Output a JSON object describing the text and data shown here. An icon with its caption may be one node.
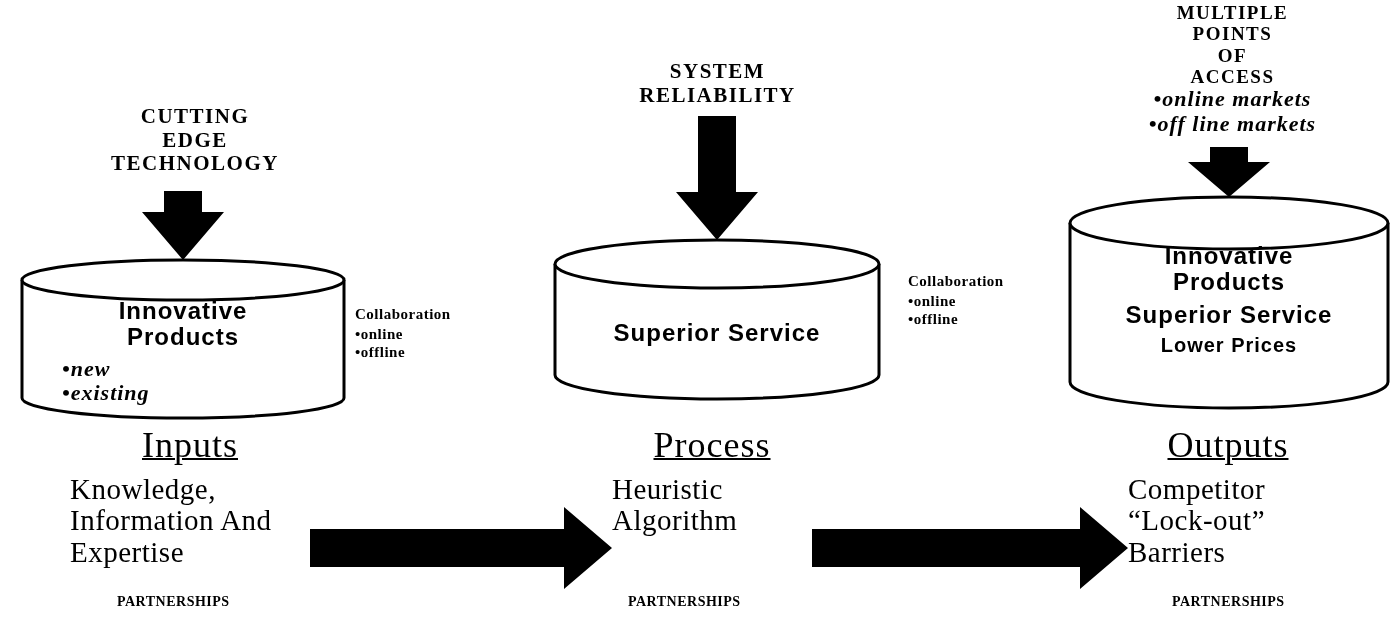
{
  "diagram": {
    "nodes": [
      {
        "text": [
          "CUTTING EDGE TECHNOLOGY"
        ]
      },
      {
        "text": [
          "Innovative Products",
          "•new",
          "•existing"
        ]
      },
      {
        "text": [
          "SYSTEM RELIABILITY"
        ]
      },
      {
        "text": [
          "Superior Service"
        ]
      },
      {
        "text": [
          "MULTIPLE POINTS OF ACCESS",
          "•online markets",
          "•off line markets"
        ]
      },
      {
        "text": [
          "Innovative Products",
          "Superior Service",
          "Lower Prices"
        ]
      },
      {
        "text": [
          "Inputs",
          "Knowledge, Information And Expertise"
        ]
      },
      {
        "text": [
          "Process",
          "Heuristic Algorithm"
        ]
      },
      {
        "text": [
          "Outputs",
          "Competitor “Lock-out” Barriers"
        ]
      }
    ],
    "edges": [
      {
        "from": 0,
        "to": 1,
        "arrow": "to",
        "style": "thick"
      },
      {
        "from": 2,
        "to": 3,
        "arrow": "to",
        "style": "thick"
      },
      {
        "from": 4,
        "to": 5,
        "arrow": "to",
        "style": "thick"
      },
      {
        "from": 6,
        "to": 7,
        "arrow": "to",
        "style": "thick"
      },
      {
        "from": 7,
        "to": 8,
        "arrow": "to",
        "style": "thick"
      }
    ],
    "labels": [
      "Collaboration",
      "•online",
      "•offline",
      "Collaboration",
      "•online",
      "•offline",
      "PARTNERSHIPS",
      "PARTNERSHIPS",
      "PARTNERSHIPS"
    ]
  }
}
